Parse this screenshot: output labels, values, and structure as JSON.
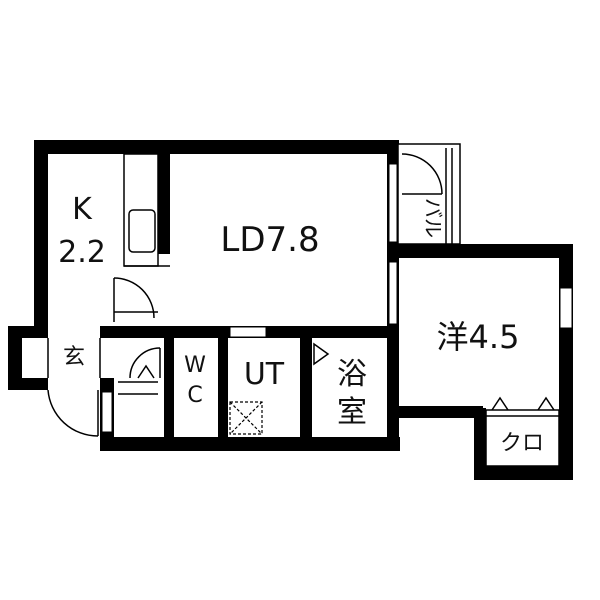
{
  "rooms": {
    "kitchen": {
      "name": "K",
      "size": "2.2"
    },
    "living_dining": {
      "name": "LD7.8"
    },
    "western_room": {
      "name": "洋4.5"
    },
    "balcony": {
      "name": "バル"
    },
    "entrance": {
      "name": "玄"
    },
    "toilet": {
      "name_line1": "W",
      "name_line2": "C"
    },
    "utility": {
      "name": "UT"
    },
    "bath": {
      "name_line1": "浴",
      "name_line2": "室"
    },
    "closet": {
      "name": "クロ"
    }
  },
  "colors": {
    "wall": "#000000",
    "line": "#333333",
    "background": "#ffffff"
  }
}
